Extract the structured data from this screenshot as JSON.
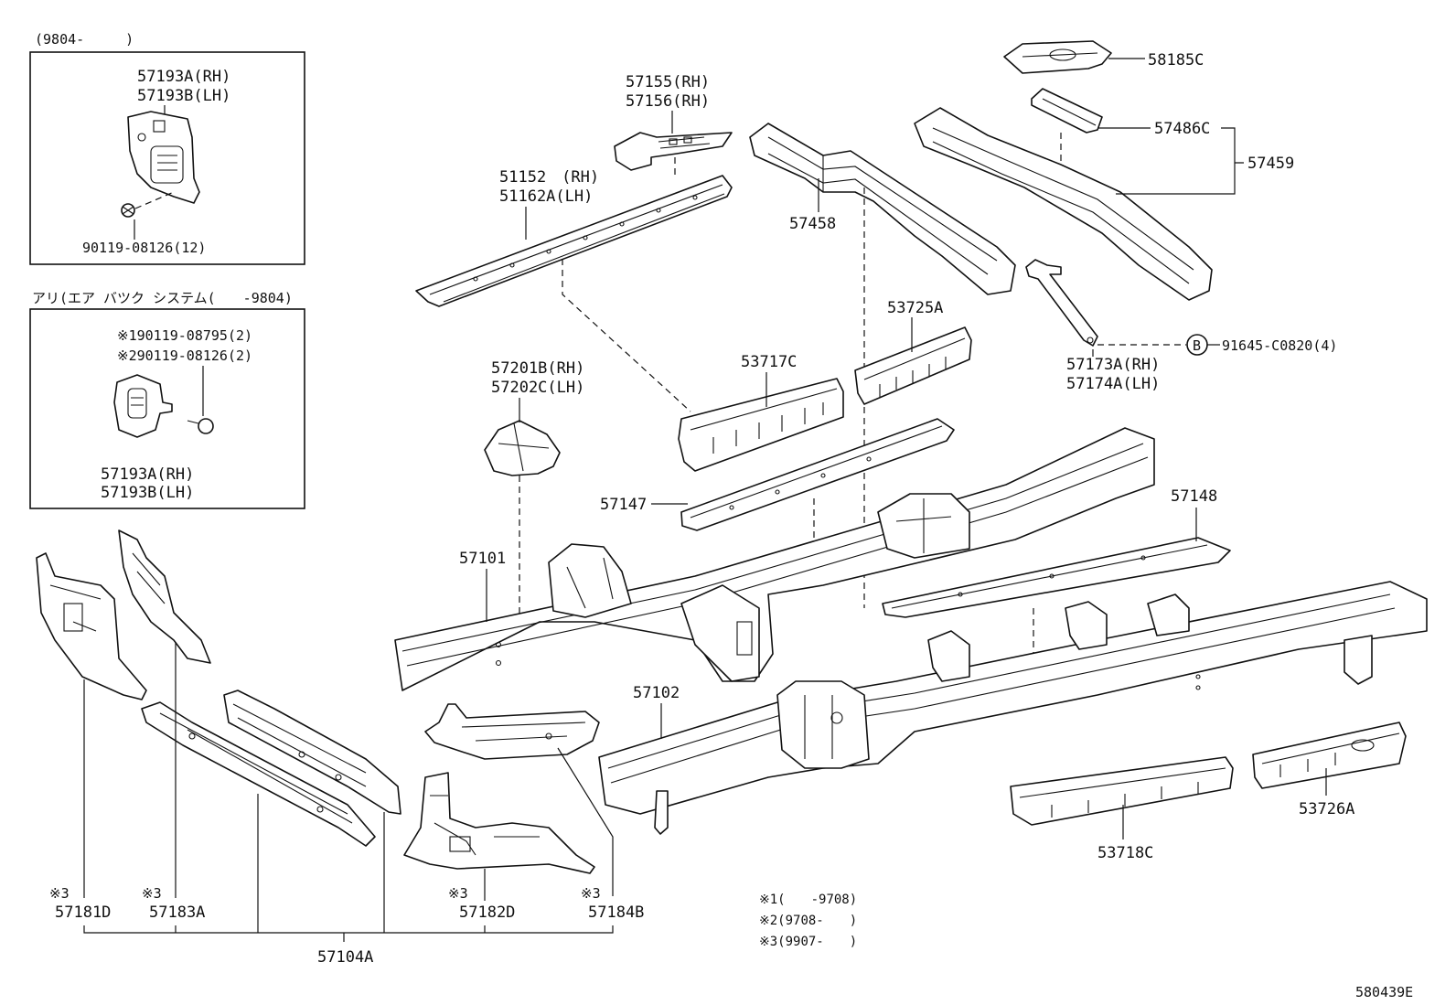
{
  "diagram": {
    "catalog_id": "580439E",
    "inset_top": {
      "header": "(9804-　　　)",
      "labels": [
        "57193A(RH)",
        "57193B(LH)",
        "90119-08126(12)"
      ]
    },
    "inset_bottom": {
      "header": "アリ(エア バツク システム(　　-9804)",
      "labels": [
        "※190119-08795(2)",
        "※290119-08126(2)",
        "57193A(RH)",
        "57193B(LH)"
      ]
    },
    "parts": {
      "p57155": "57155(RH)",
      "p57156": "57156(RH)",
      "p51152": "51152　(RH)",
      "p51162A": "51162A(LH)",
      "p58185C": "58185C",
      "p57486C": "57486C",
      "p57459": "57459",
      "p57458": "57458",
      "p53725A": "53725A",
      "p53717C": "53717C",
      "p57201B": "57201B(RH)",
      "p57202C": "57202C(LH)",
      "p57173A": "57173A(RH)",
      "p57174A": "57174A(LH)",
      "p91645": "91645-C0820(4)",
      "circle_b": "B",
      "p57147": "57147",
      "p57148": "57148",
      "p57101": "57101",
      "p57102": "57102",
      "p53718C": "53718C",
      "p53726A": "53726A",
      "p57181D": "57181D",
      "p57183A": "57183A",
      "p57182D": "57182D",
      "p57184B": "57184B",
      "p57104A": "57104A",
      "mark3": "※3"
    },
    "notes": [
      "※1(　　-9708)",
      "※2(9708-　　)",
      "※3(9907-　　)"
    ]
  }
}
